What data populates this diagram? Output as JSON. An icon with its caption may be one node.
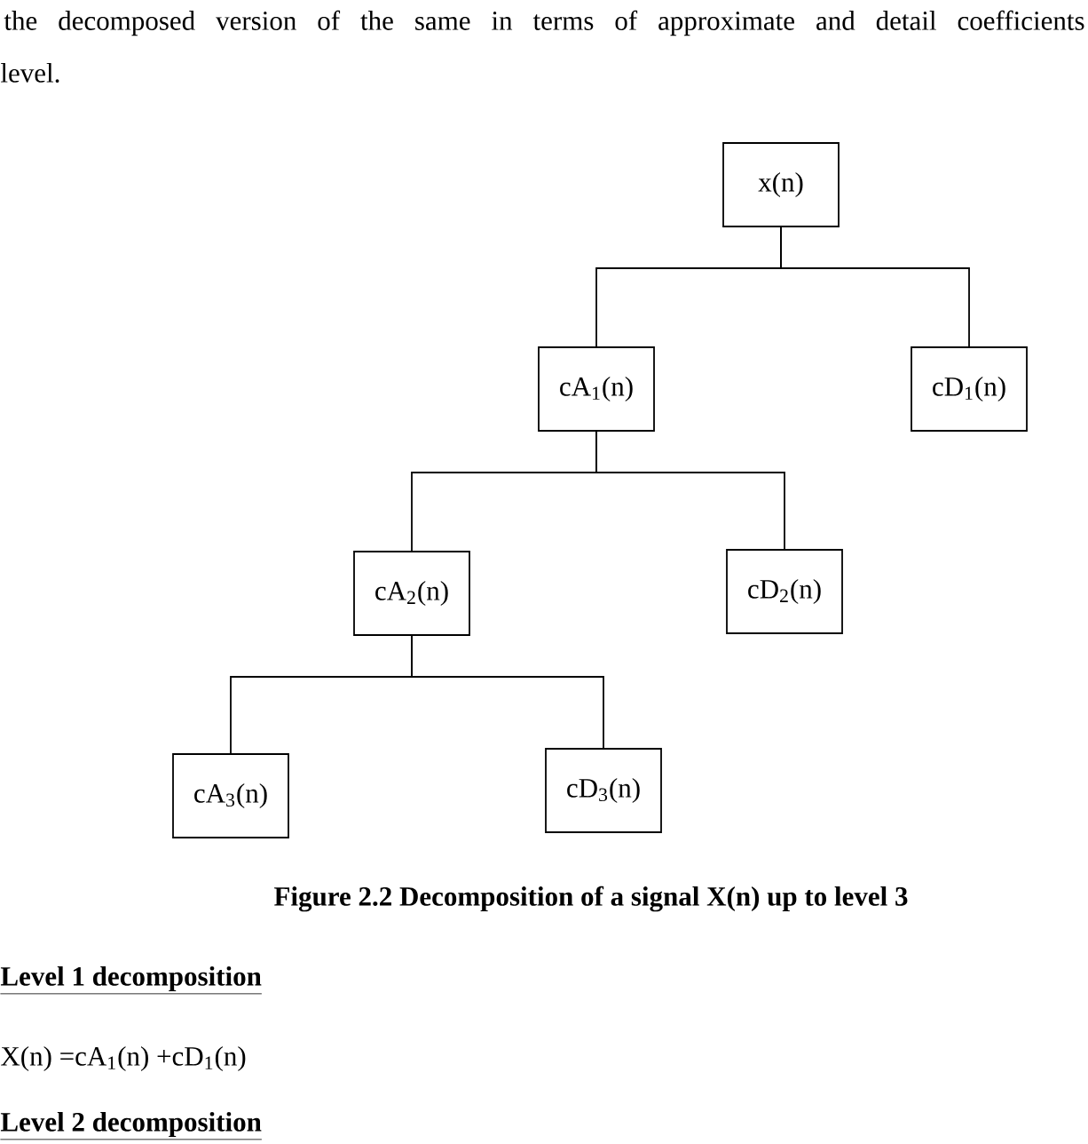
{
  "diagram": {
    "caption": "Figure 2.2 Decomposition of a signal X(n) up to level 3",
    "nodes": [
      {
        "text": [
          "x(n)"
        ]
      },
      {
        "text": [
          "cA$_{1}$(n)"
        ]
      },
      {
        "text": [
          "cD$_{1}$(n)"
        ]
      },
      {
        "text": [
          "cA$_{2}$(n)"
        ]
      },
      {
        "text": [
          "cD$_{2}$(n)"
        ]
      },
      {
        "text": [
          "cA$_{3}$(n)"
        ]
      },
      {
        "text": [
          "cD$_{3}$(n)"
        ]
      }
    ],
    "edges": [
      {
        "from": 0,
        "to": 1,
        "arrow": "none"
      },
      {
        "from": 0,
        "to": 2,
        "arrow": "none"
      },
      {
        "from": 1,
        "to": 3,
        "arrow": "none"
      },
      {
        "from": 1,
        "to": 4,
        "arrow": "none"
      },
      {
        "from": 3,
        "to": 5,
        "arrow": "none"
      },
      {
        "from": 3,
        "to": 6,
        "arrow": "none"
      }
    ],
    "labels": [
      "the decomposed version of the same in terms of approximate and detail coefficients",
      "level.",
      "Level 1 decomposition",
      "X(n) =cA$_{1}$(n) +cD$_{1}$(n)",
      "Level 2 decomposition"
    ]
  }
}
